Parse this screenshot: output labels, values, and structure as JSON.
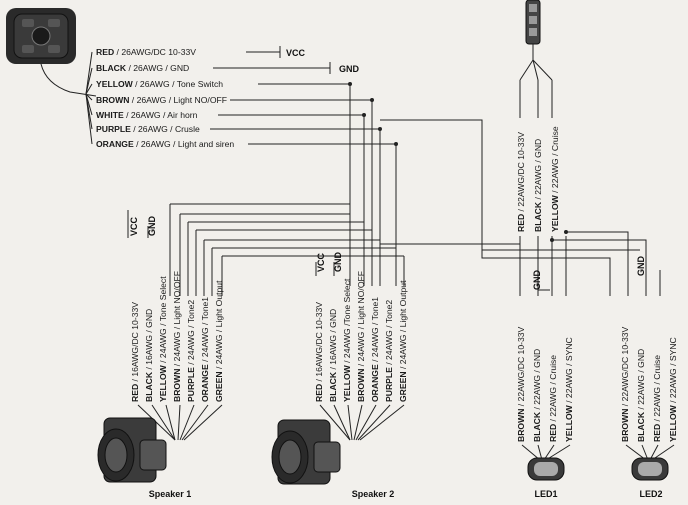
{
  "controller": {
    "wires": [
      {
        "color": "RED",
        "spec": " / 26AWG/DC 10-33V"
      },
      {
        "color": "BLACK",
        "spec": " / 26AWG / GND"
      },
      {
        "color": "YELLOW",
        "spec": " / 26AWG / Tone Switch"
      },
      {
        "color": "BROWN",
        "spec": " / 26AWG / Light NO/OFF"
      },
      {
        "color": "WHITE",
        "spec": " / 26AWG / Air horn"
      },
      {
        "color": "PURPLE",
        "spec": " / 26AWG / Crusle"
      },
      {
        "color": "ORANGE",
        "spec": " / 26AWG / Light and siren"
      }
    ],
    "vcc": "VCC",
    "gnd": "GND"
  },
  "speaker1": {
    "caption": "Speaker 1",
    "vcc": "VCC",
    "gnd": "GND",
    "wires": [
      {
        "color": "RED",
        "spec": " / 16AWG/DC 10-33V"
      },
      {
        "color": "BLACK",
        "spec": " / 16AWG / GND"
      },
      {
        "color": "YELLOW",
        "spec": " / 24AWG / Tone Select"
      },
      {
        "color": "BROWN",
        "spec": " / 24AWG / Light NO/OFF"
      },
      {
        "color": "PURPLE",
        "spec": " / 24AWG / Tone2"
      },
      {
        "color": "ORANGE",
        "spec": " / 24AWG / Tone1"
      },
      {
        "color": "GREEN",
        "spec": " / 24AWG / Light Output"
      }
    ]
  },
  "speaker2": {
    "caption": "Speaker 2",
    "vcc": "VCC",
    "gnd": "GND",
    "wires": [
      {
        "color": "RED",
        "spec": " / 16AWG/DC 10-33V"
      },
      {
        "color": "BLACK",
        "spec": " / 16AWG / GND"
      },
      {
        "color": "YELLOW",
        "spec": " / 24AWG /Tone Select"
      },
      {
        "color": "BROWN",
        "spec": " / 24AWG / Light NO/OFF"
      },
      {
        "color": "ORANGE",
        "spec": " / 24AWG / Tone1"
      },
      {
        "color": "PURPLE",
        "spec": " / 24AWG / Tone2"
      },
      {
        "color": "GREEN",
        "spec": " / 24AWG / Light Output"
      }
    ]
  },
  "lightbar": {
    "wires": [
      {
        "color": "RED",
        "spec": " / 22AWG/DC 10-33V"
      },
      {
        "color": "BLACK",
        "spec": " / 22AWG / GND"
      },
      {
        "color": "YELLOW",
        "spec": " / 22AWG / Cruise"
      }
    ]
  },
  "led1": {
    "caption": "LED1",
    "gnd": "GND",
    "wires": [
      {
        "color": "BROWN",
        "spec": " / 22AWG/DC 10-33V"
      },
      {
        "color": "BLACK",
        "spec": " / 22AWG / GND"
      },
      {
        "color": "RED",
        "spec": " / 22AWG / Cruise"
      },
      {
        "color": "YELLOW",
        "spec": " / 22AWG / SYNC"
      }
    ]
  },
  "led2": {
    "caption": "LED2",
    "gnd": "GND",
    "wires": [
      {
        "color": "BROWN",
        "spec": " / 22AWG/DC 10-33V"
      },
      {
        "color": "BLACK",
        "spec": " / 22AWG / GND"
      },
      {
        "color": "RED",
        "spec": " / 22AWG / Cruise"
      },
      {
        "color": "YELLOW",
        "spec": " / 22AWG / SYNC"
      }
    ]
  },
  "icons": {
    "controller": "siren-controller-icon",
    "speaker": "speaker-icon",
    "led": "led-light-icon",
    "lightbar": "light-bar-icon"
  }
}
